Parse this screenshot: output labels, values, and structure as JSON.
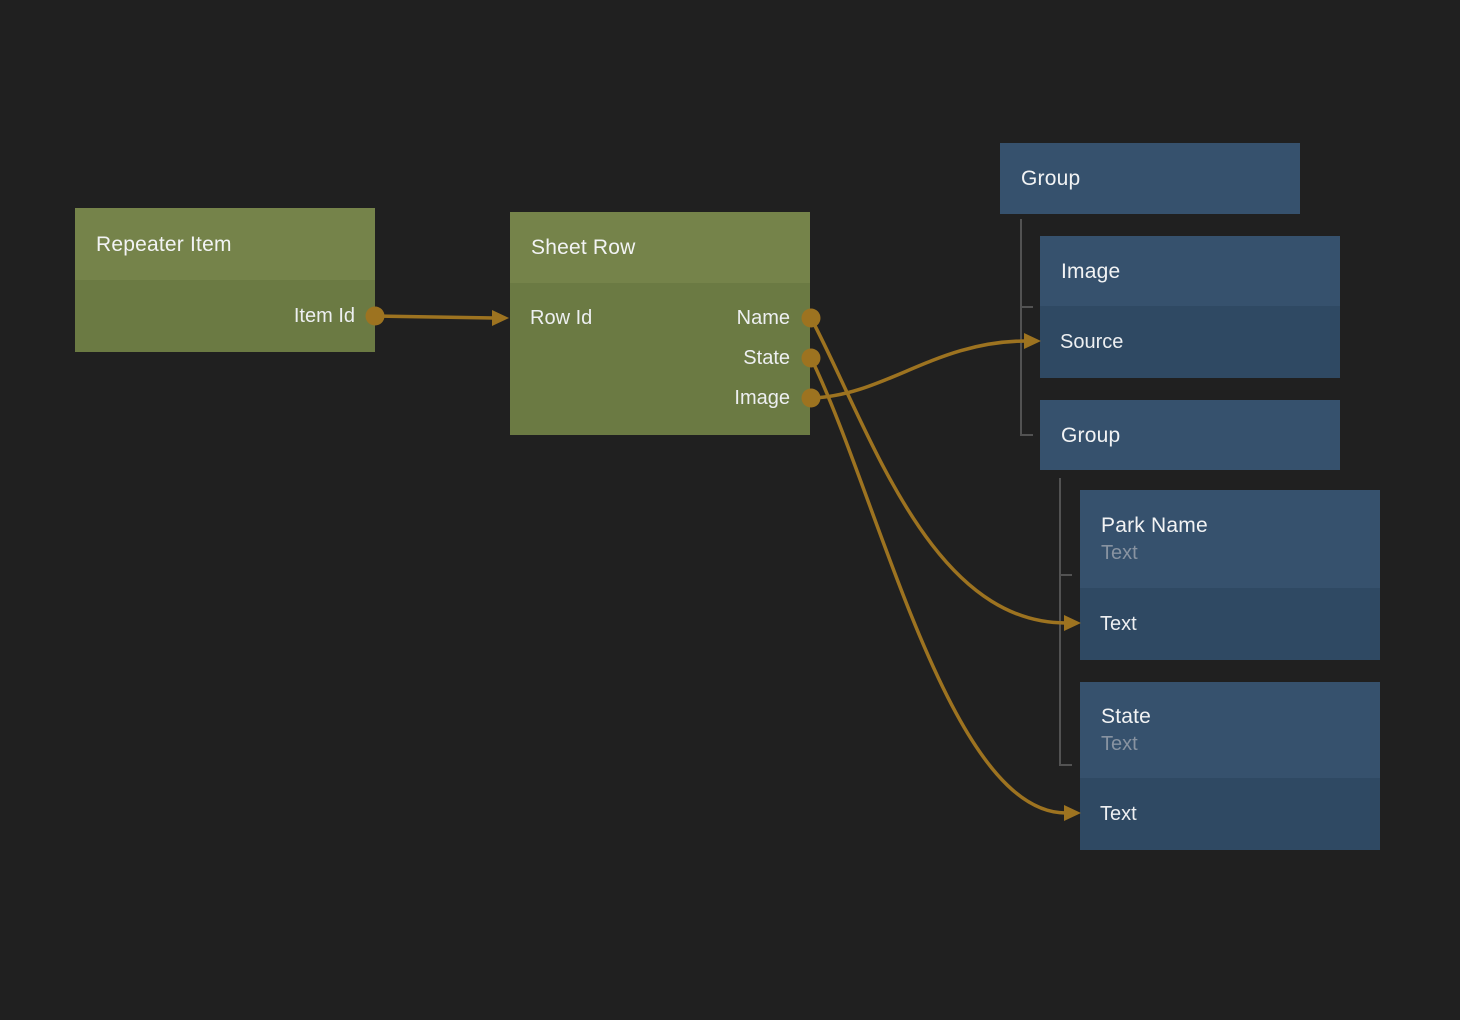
{
  "colors": {
    "background": "#202020",
    "green_header": "#75834a",
    "green_body": "#6b7a43",
    "blue_header": "#36516d",
    "blue_body": "#2f4963",
    "wire": "#9d7320",
    "tree_line": "#525252",
    "title_text": "#f2f3f4",
    "subtitle_text": "#8893a1",
    "label_text": "#edeff1"
  },
  "nodes": {
    "repeater_item": {
      "title": "Repeater Item",
      "output": "Item Id"
    },
    "sheet_row": {
      "title": "Sheet Row",
      "input": "Row Id",
      "outputs": [
        "Name",
        "State",
        "Image"
      ]
    },
    "outer_group": {
      "title": "Group"
    },
    "image": {
      "title": "Image",
      "row": "Source"
    },
    "inner_group": {
      "title": "Group"
    },
    "park_name": {
      "title": "Park Name",
      "subtitle": "Text",
      "row": "Text"
    },
    "state": {
      "title": "State",
      "subtitle": "Text",
      "row": "Text"
    }
  },
  "connections": [
    {
      "from": "Repeater Item / Item Id",
      "to": "Sheet Row / Row Id"
    },
    {
      "from": "Sheet Row / Name",
      "to": "Park Name / Text"
    },
    {
      "from": "Sheet Row / State",
      "to": "State / Text"
    },
    {
      "from": "Sheet Row / Image",
      "to": "Image / Source"
    }
  ]
}
